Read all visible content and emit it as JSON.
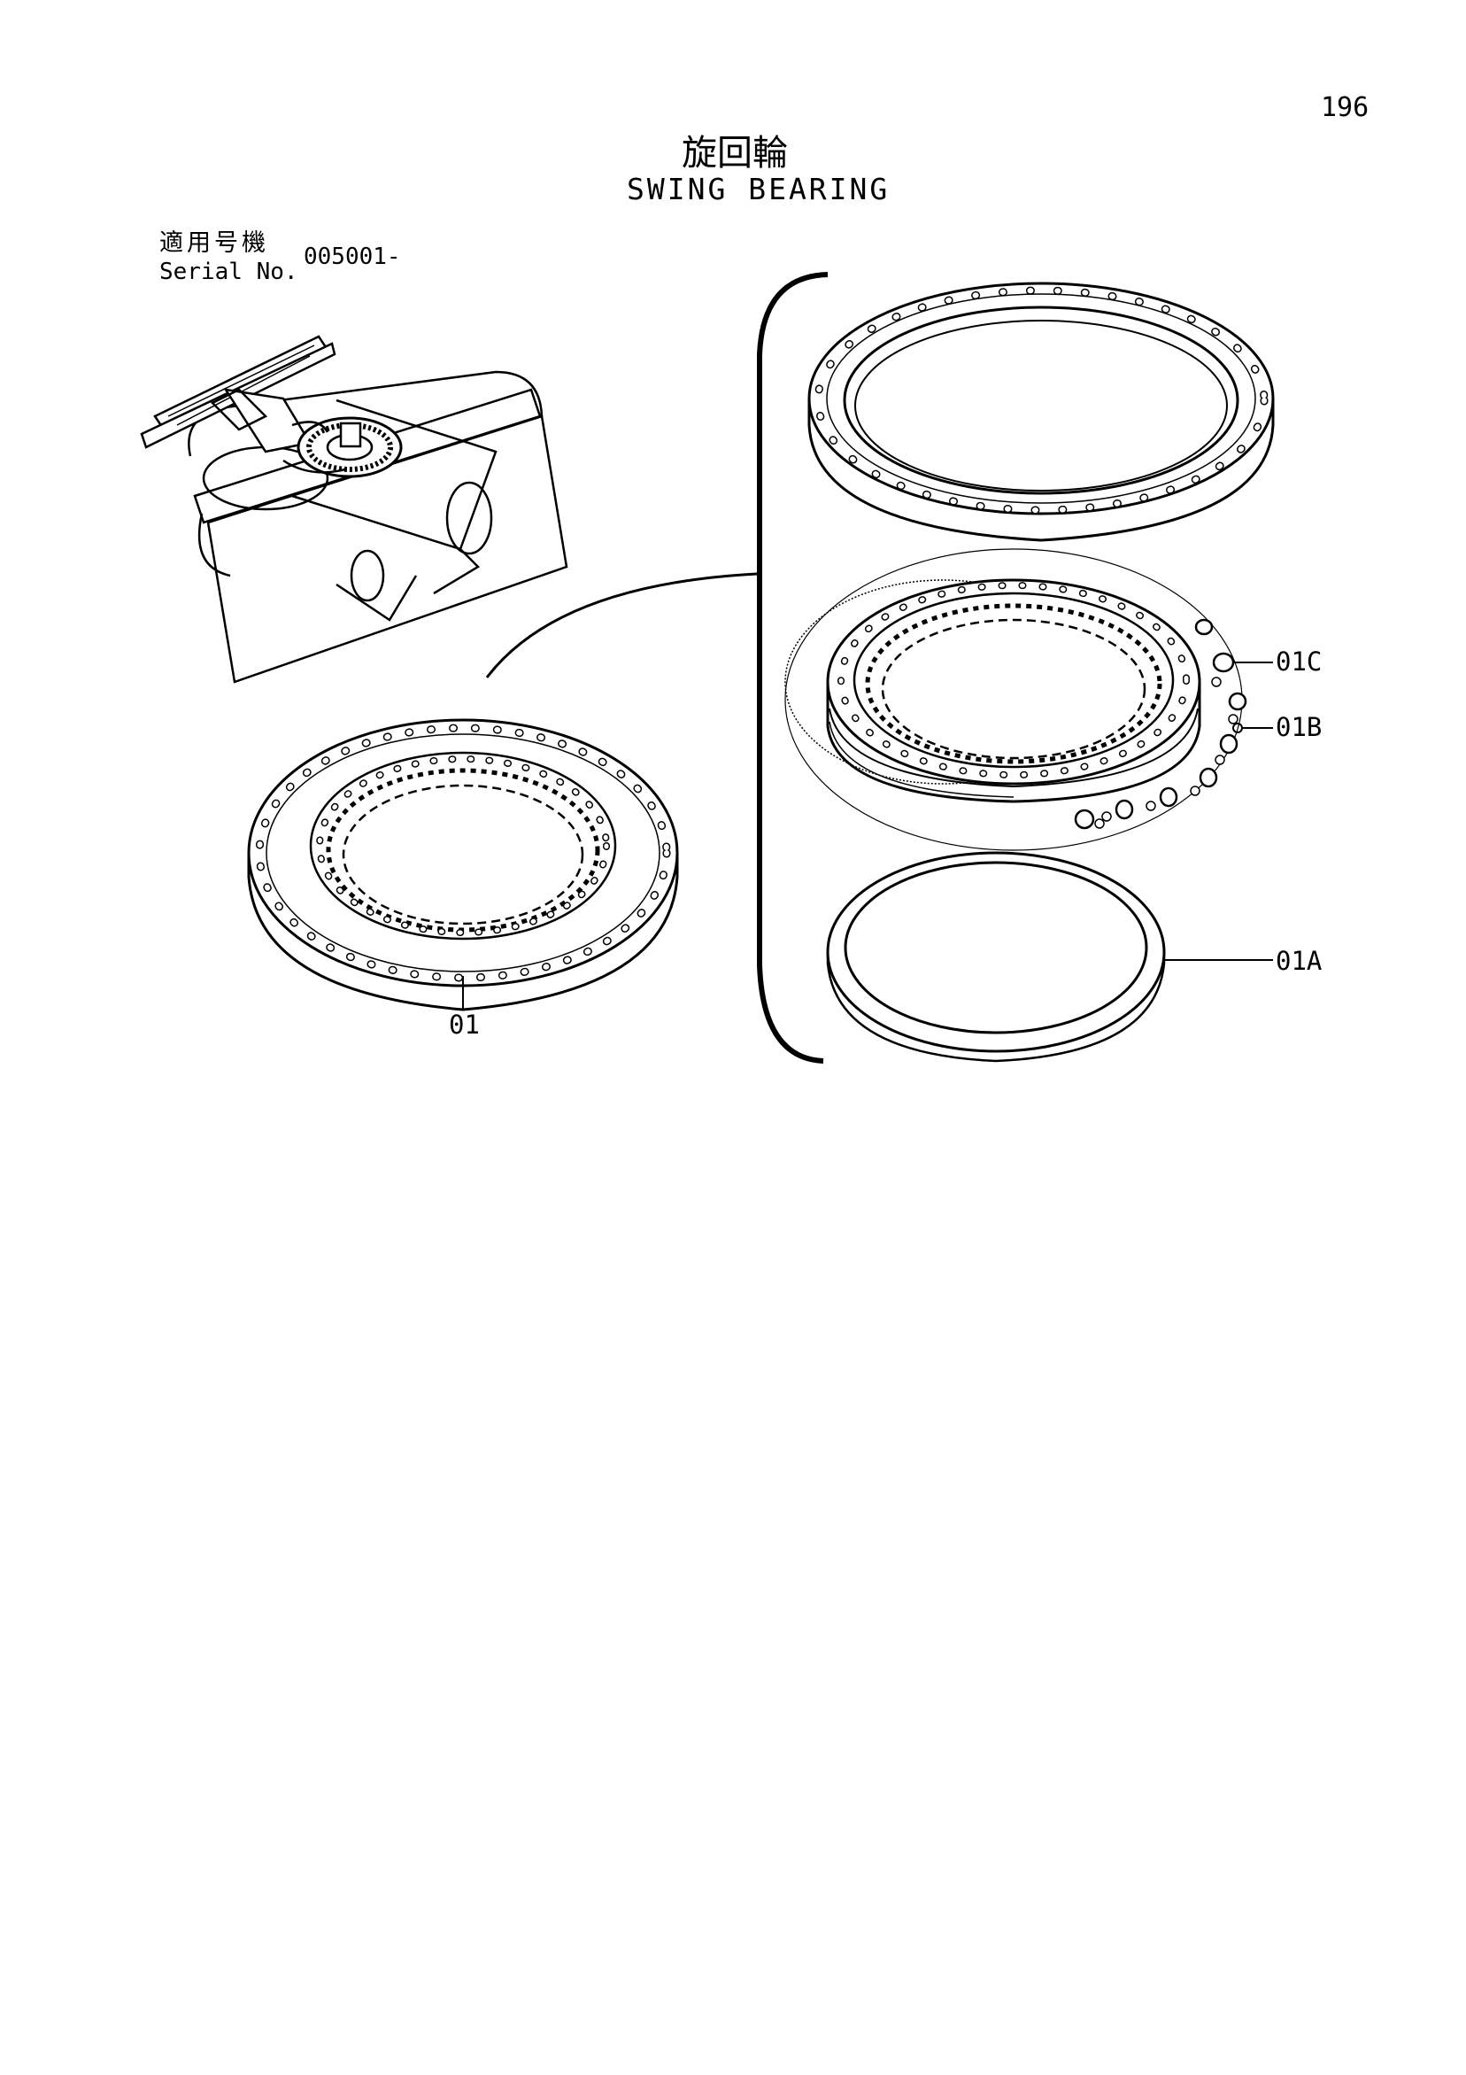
{
  "header": {
    "page_number": "196",
    "title_jp": "旋回輪",
    "title_en": "SWING BEARING"
  },
  "serial": {
    "label_jp": "適用号機",
    "label_en": "Serial No.",
    "value": "005001-"
  },
  "parts": {
    "p01": "01",
    "p01a": "01A",
    "p01b": "01B",
    "p01c": "01C"
  },
  "colors": {
    "ink": "#000000",
    "paper": "#ffffff"
  }
}
